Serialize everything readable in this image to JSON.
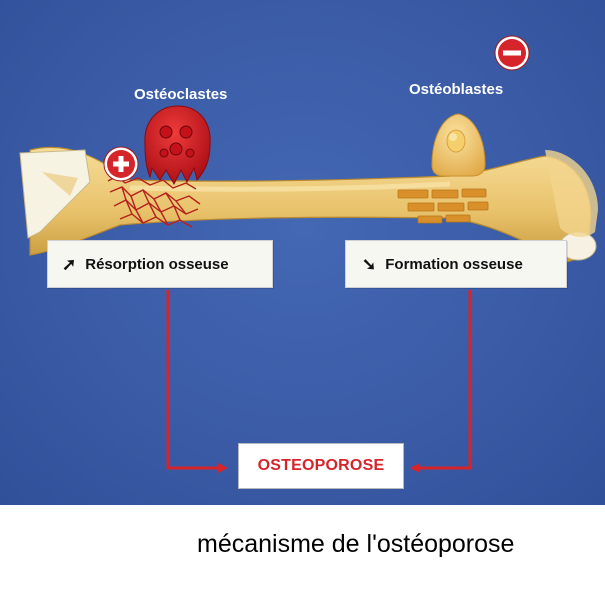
{
  "diagram": {
    "cells": {
      "osteoclasts": {
        "label": "Ostéoclastes",
        "effect_sign": "+",
        "effect_color": "#d6242b"
      },
      "osteoblasts": {
        "label": "Ostéoblastes",
        "effect_sign": "−",
        "effect_color": "#d6242b"
      }
    },
    "processes": {
      "resorption": {
        "label": "Résorption osseuse",
        "direction": "increase",
        "arrow_glyph": "➚"
      },
      "formation": {
        "label": "Formation osseuse",
        "direction": "decrease",
        "arrow_glyph": "➘"
      }
    },
    "result": {
      "label": "OSTEOPOROSE",
      "color": "#d6242b"
    },
    "caption": "mécanisme de l'ostéoporose"
  },
  "colors": {
    "background": "#3a5aa5",
    "bone": "#e9c36c",
    "arrows": "#d6242b",
    "osteoclast": "#c8141c",
    "osteoblast": "#f0c25a"
  }
}
